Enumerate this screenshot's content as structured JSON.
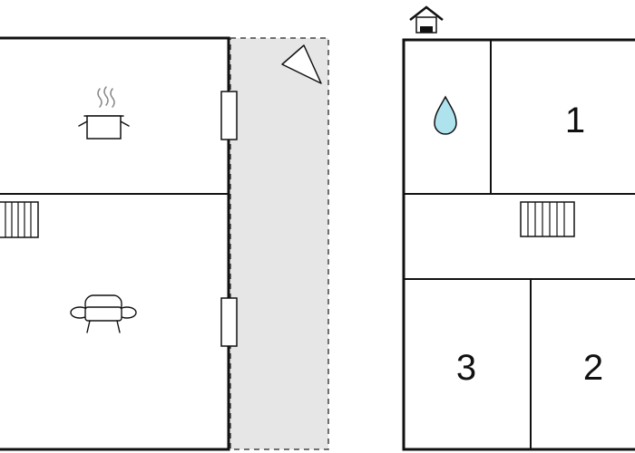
{
  "floorplan": {
    "colors": {
      "wall": "#111111",
      "terrace_fill": "#e6e6e6",
      "terrace_border": "#444444",
      "water_fill": "#aee3ee"
    },
    "ground_floor": {
      "kitchen_icon": "cooking-pot-icon",
      "living_icon": "sofa-icon",
      "stairs_icon": "staircase-icon",
      "terrace_icon": "terrace-triangle-icon"
    },
    "upper_floor": {
      "floor_icon": "house-icon",
      "bathroom_icon": "water-drop-icon",
      "stairs_icon": "staircase-icon",
      "rooms": [
        {
          "label": "1"
        },
        {
          "label": "2"
        },
        {
          "label": "3"
        }
      ]
    }
  }
}
